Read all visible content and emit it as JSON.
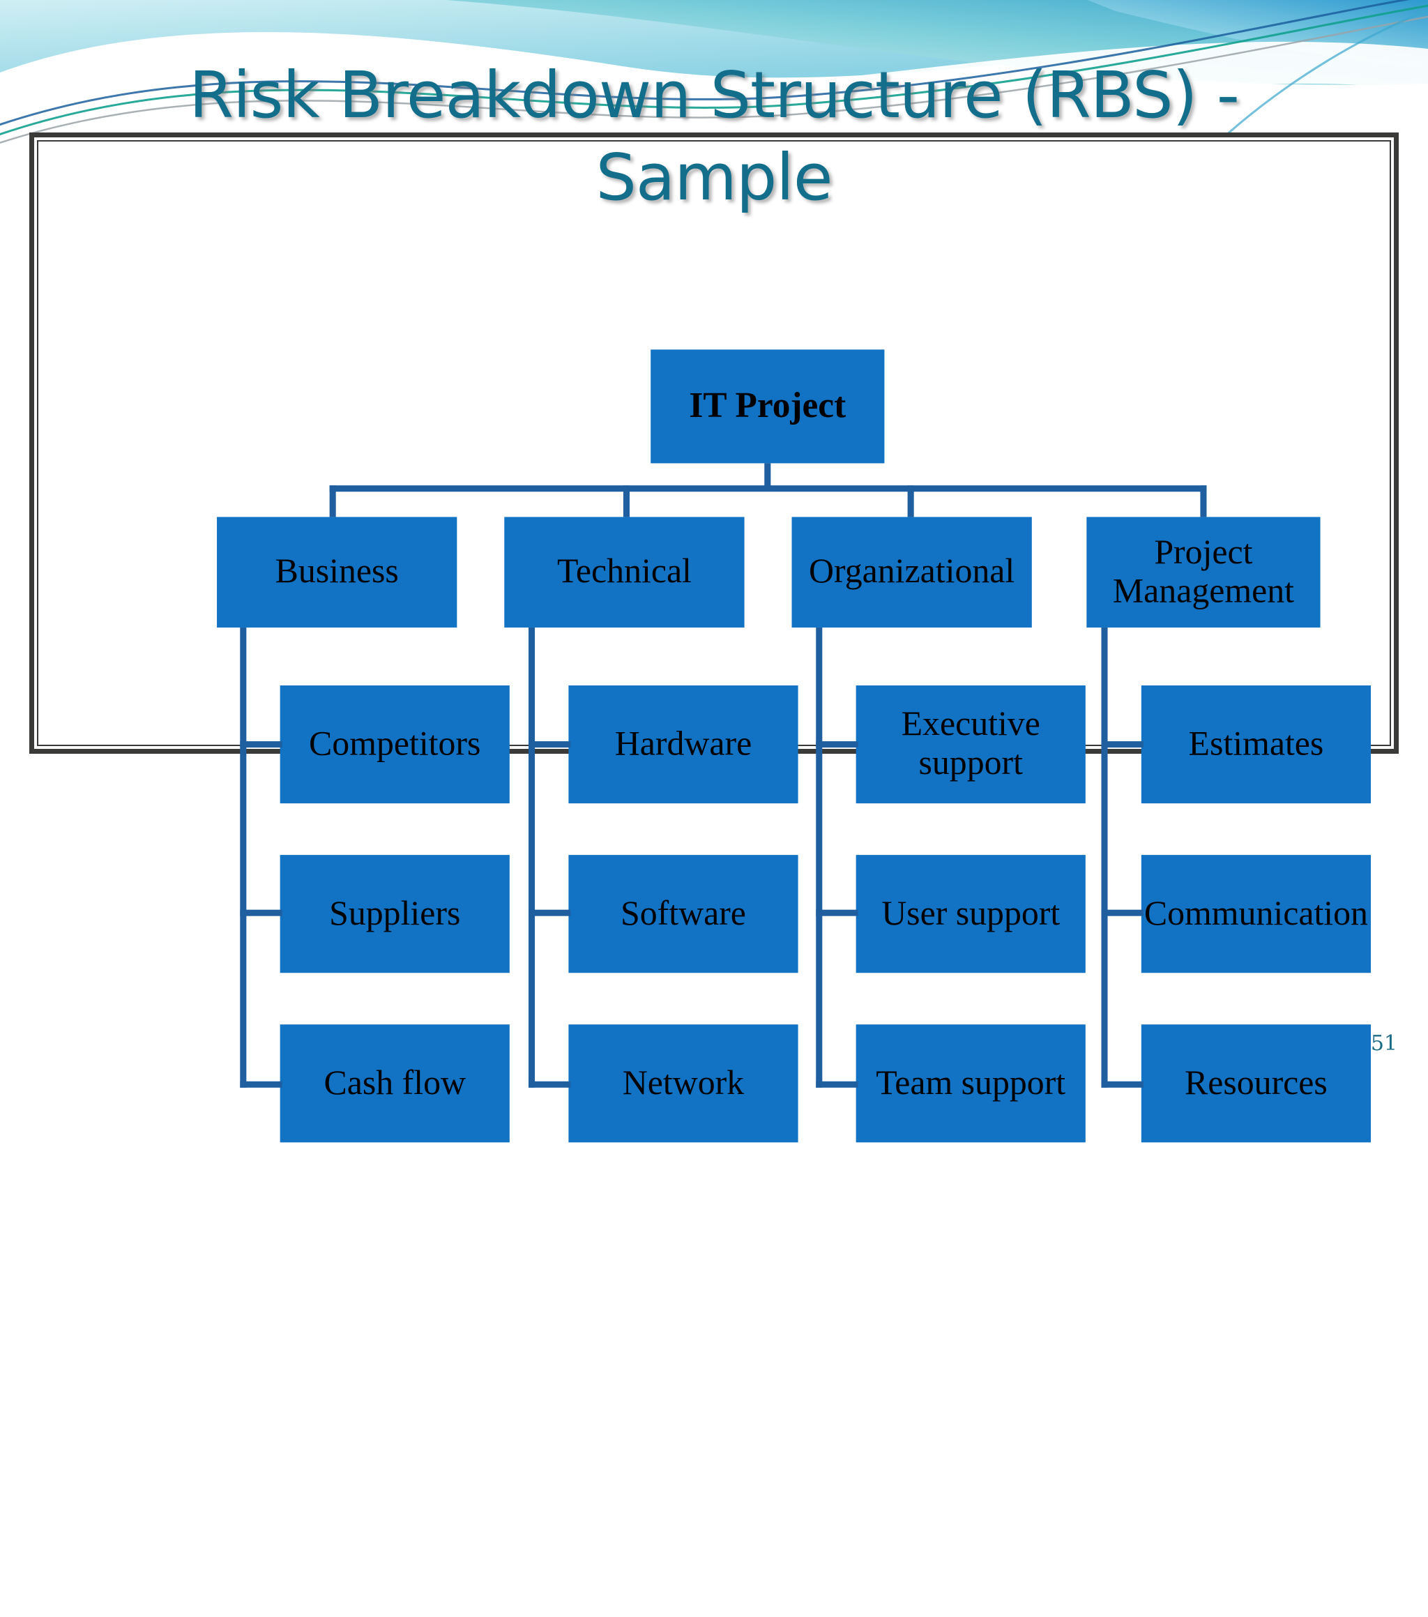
{
  "slide": {
    "title": "Risk Breakdown Structure (RBS) -\nSample",
    "page_number": "51",
    "title_color": "#136E8B",
    "node_fill": "#1272C4",
    "connector_color": "#1F5FA0",
    "frame_color": "#3A3A38"
  },
  "chart_data": {
    "type": "diagram",
    "diagram_type": "org-chart",
    "title": "Risk Breakdown Structure (RBS) - Sample",
    "root": {
      "label": "IT Project"
    },
    "categories": [
      {
        "label": "Business",
        "children": [
          "Competitors",
          "Suppliers",
          "Cash flow"
        ]
      },
      {
        "label": "Technical",
        "children": [
          "Hardware",
          "Software",
          "Network"
        ]
      },
      {
        "label": "Organizational",
        "children": [
          "Executive\nsupport",
          "User support",
          "Team support"
        ]
      },
      {
        "label": "Project\nManagement",
        "children": [
          "Estimates",
          "Communication",
          "Resources"
        ]
      }
    ]
  },
  "nodes": {
    "root": "IT Project",
    "l1": {
      "business": "Business",
      "technical": "Technical",
      "organizational": "Organizational",
      "project_management": "Project\nManagement"
    },
    "business_children": {
      "c1": "Competitors",
      "c2": "Suppliers",
      "c3": "Cash flow"
    },
    "technical_children": {
      "c1": "Hardware",
      "c2": "Software",
      "c3": "Network"
    },
    "organizational_children": {
      "c1": "Executive\nsupport",
      "c2": "User support",
      "c3": "Team support"
    },
    "project_management_children": {
      "c1": "Estimates",
      "c2": "Communication",
      "c3": "Resources"
    }
  }
}
